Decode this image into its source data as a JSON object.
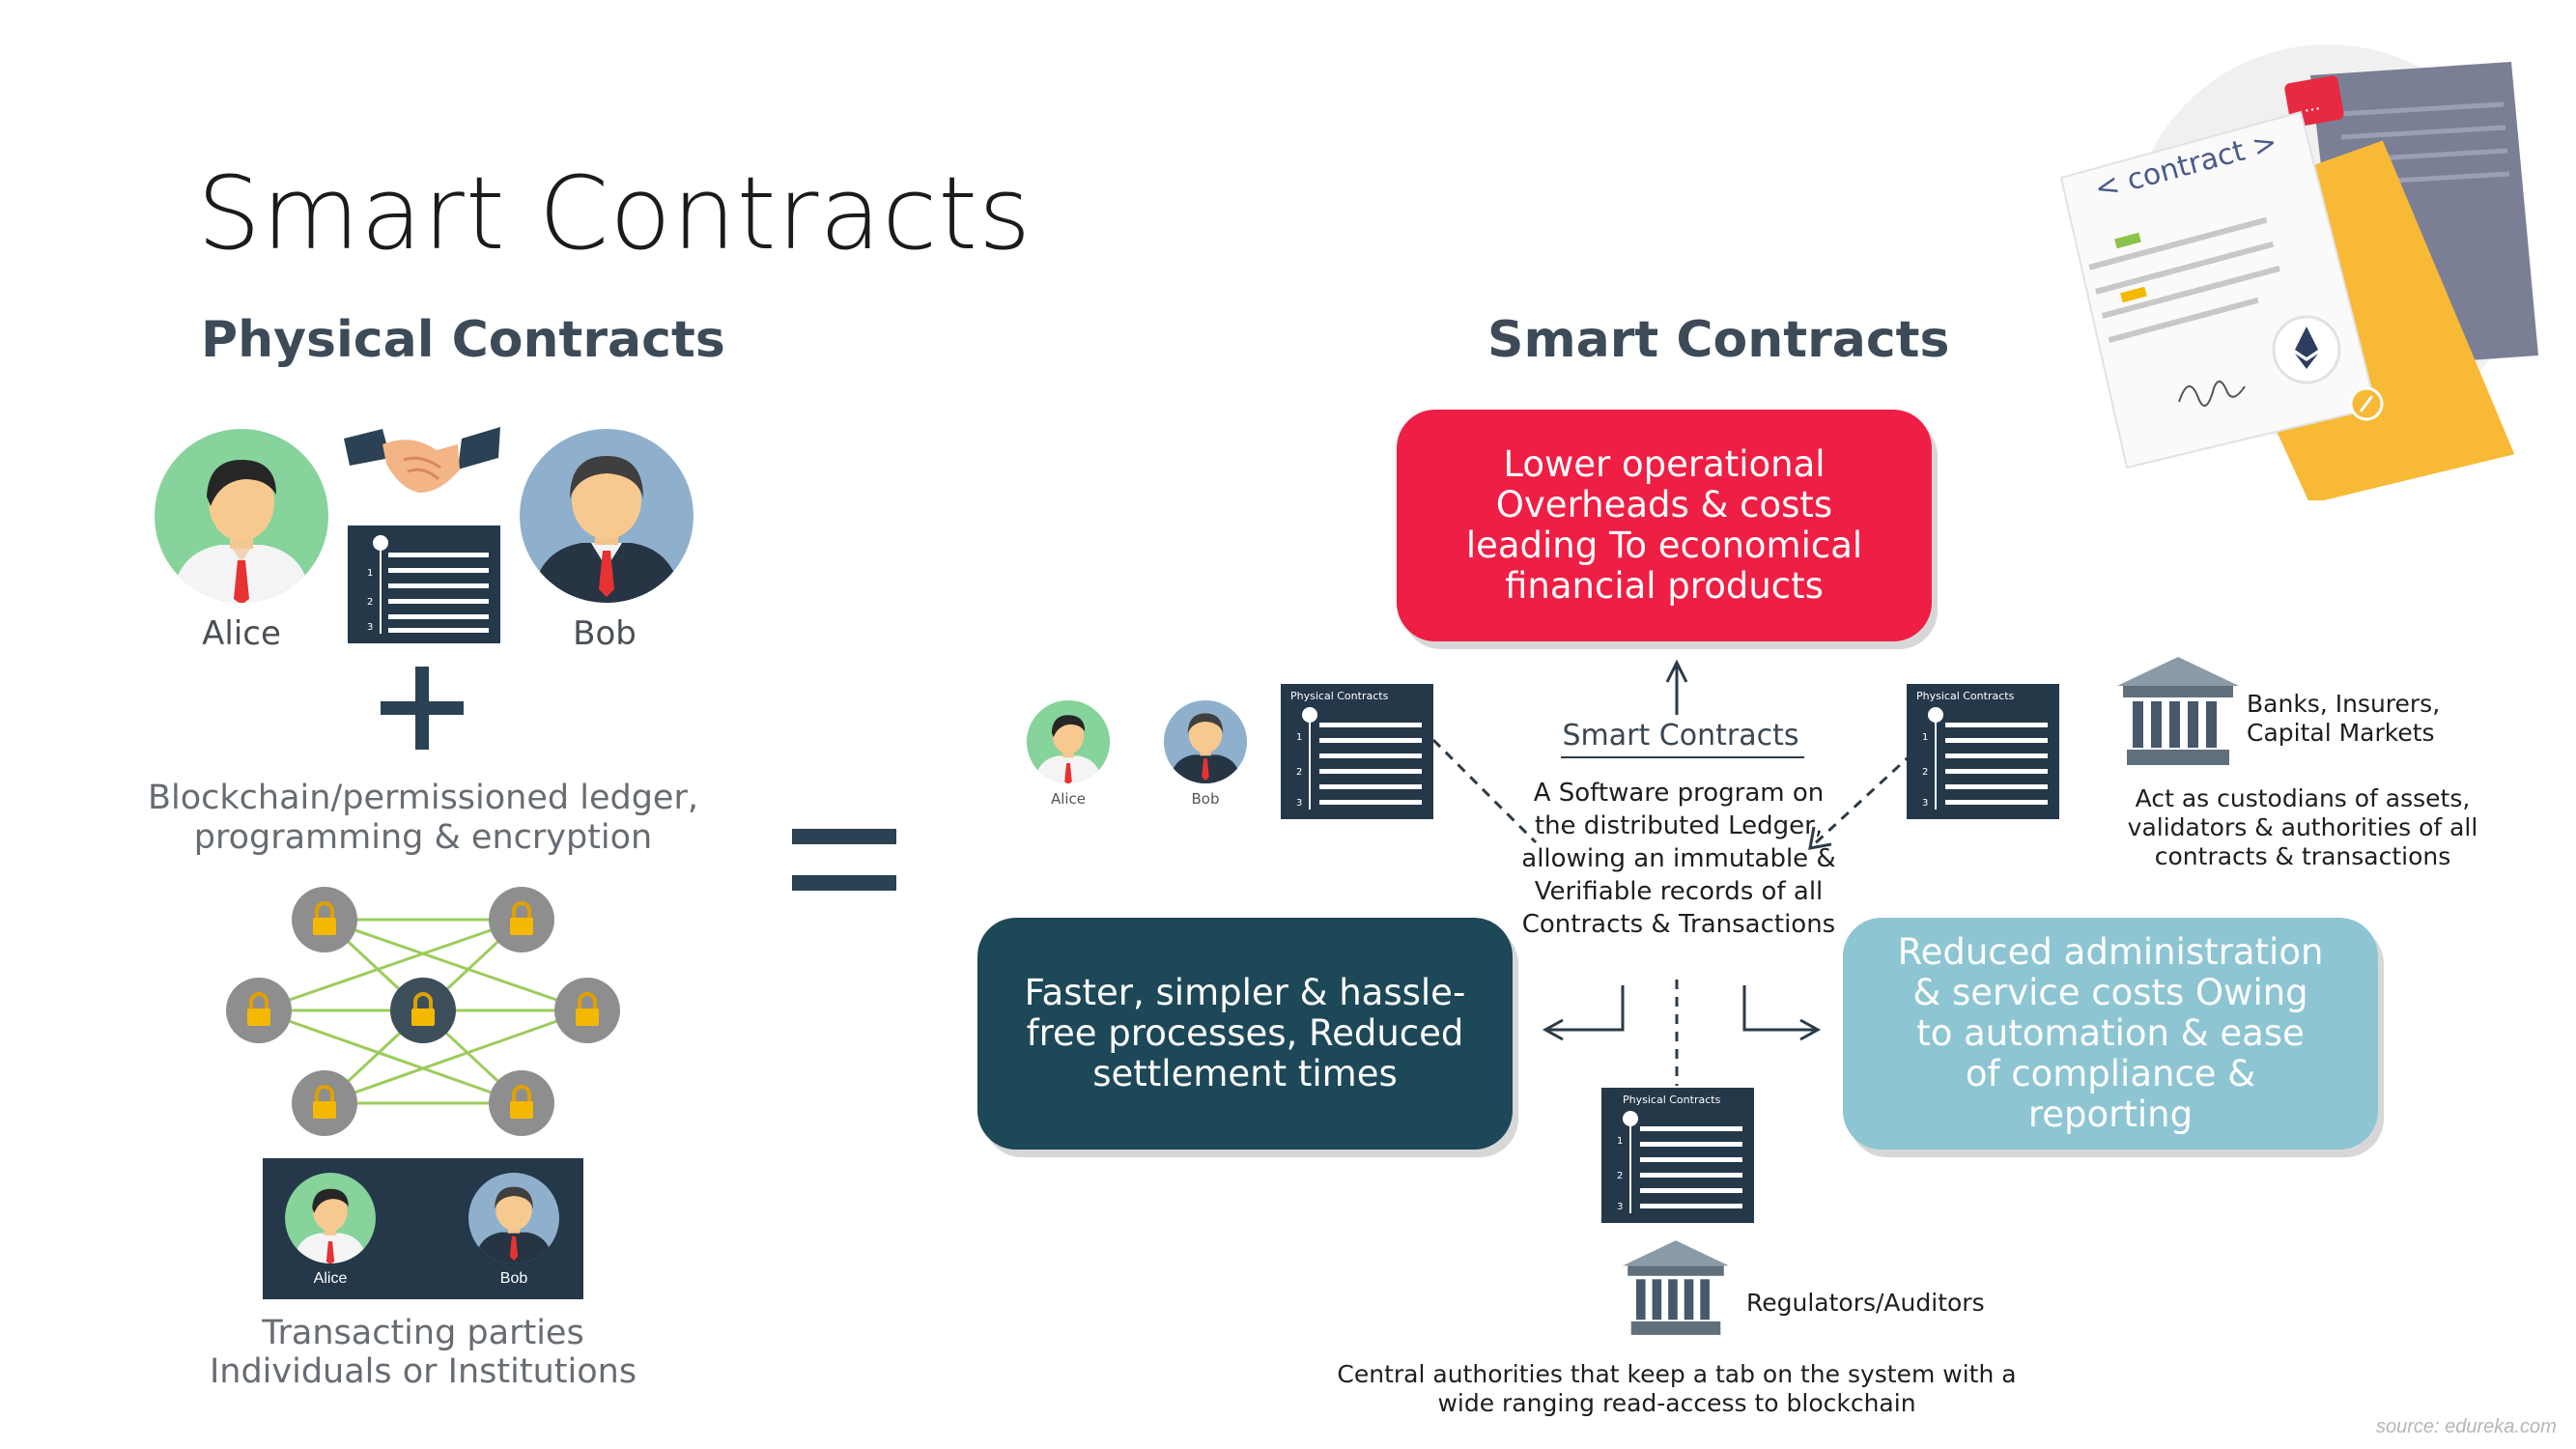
{
  "slide": {
    "title": "Smart Contracts",
    "source": "source: edureka.com"
  },
  "physical": {
    "title": "Physical Contracts",
    "party_a": "Alice",
    "party_b": "Bob",
    "ledger_text": "Blockchain/permissioned ledger, programming & encryption",
    "card_party_a": "Alice",
    "card_party_b": "Bob",
    "parties_line1": "Transacting parties",
    "parties_line2": "Individuals or Institutions"
  },
  "smart": {
    "title": "Smart Contracts",
    "top_box": "Lower operational Overheads & costs leading To economical financial products",
    "left_box": "Faster, simpler & hassle-free processes, Reduced settlement times",
    "right_box": "Reduced administration & service costs Owing to automation & ease of compliance & reporting",
    "center_title": "Smart Contracts",
    "center_desc": "A Software program on the distributed Ledger, allowing an immutable & Verifiable records of all Contracts & Transactions",
    "mini_party_a": "Alice",
    "mini_party_b": "Bob",
    "doc_label": "Physical Contracts",
    "banks_title": "Banks, Insurers, Capital Markets",
    "banks_desc": "Act as custodians of assets, validators & authorities of all contracts & transactions",
    "regulators_title": "Regulators/Auditors",
    "regulators_desc": "Central authorities that keep a tab on the system with a wide ranging read-access to blockchain"
  },
  "illustration": {
    "contract_tag": "< contract >",
    "badge": "..."
  },
  "colors": {
    "red_box": "#ef1e44",
    "navy_box": "#1d4858",
    "light_blue_box": "#8dc5d2",
    "doc_navy": "#24384a",
    "lock_grey": "#8e8e8e",
    "network_green": "#9bcc5c"
  },
  "icons": {
    "avatar": "person-avatar-icon",
    "handshake": "handshake-icon",
    "document": "document-list-icon",
    "plus": "plus-icon",
    "equals": "equals-icon",
    "lock": "padlock-icon",
    "bank": "bank-building-icon",
    "ethereum": "ethereum-icon",
    "pen": "pen-icon"
  }
}
